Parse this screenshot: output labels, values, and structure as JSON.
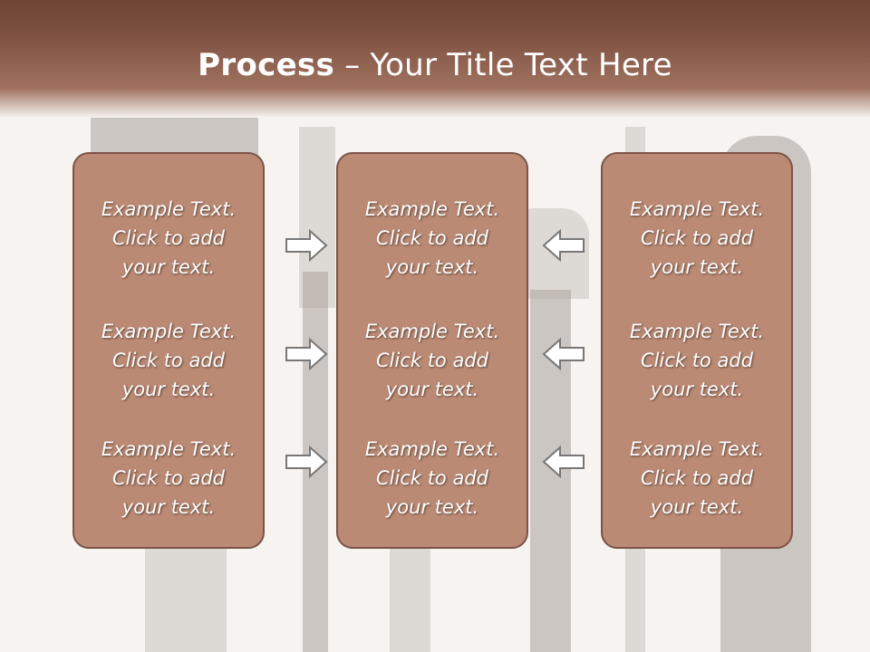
{
  "title": {
    "bold": "Process",
    "rest": " – Your Title Text Here"
  },
  "panels": [
    {
      "items": [
        "Example Text.\nClick  to add\nyour text.",
        "Example Text.\nClick  to add\nyour text.",
        "Example Text.\nClick  to add\nyour text."
      ]
    },
    {
      "items": [
        "Example Text.\nClick  to add\nyour text.",
        "Example Text.\nClick  to add\nyour text.",
        "Example Text.\nClick  to add\nyour text."
      ]
    },
    {
      "items": [
        "Example Text.\nClick  to add\nyour text.",
        "Example Text.\nClick  to add\nyour text.",
        "Example Text.\nClick  to add\nyour text."
      ]
    }
  ],
  "arrows": {
    "left_column": "arrow-right-icon",
    "right_column": "arrow-left-icon"
  },
  "colors": {
    "header": "#7e5142",
    "panel": "#bb8a74",
    "panel_border": "#7b5347",
    "background": "#f6f3f1"
  }
}
